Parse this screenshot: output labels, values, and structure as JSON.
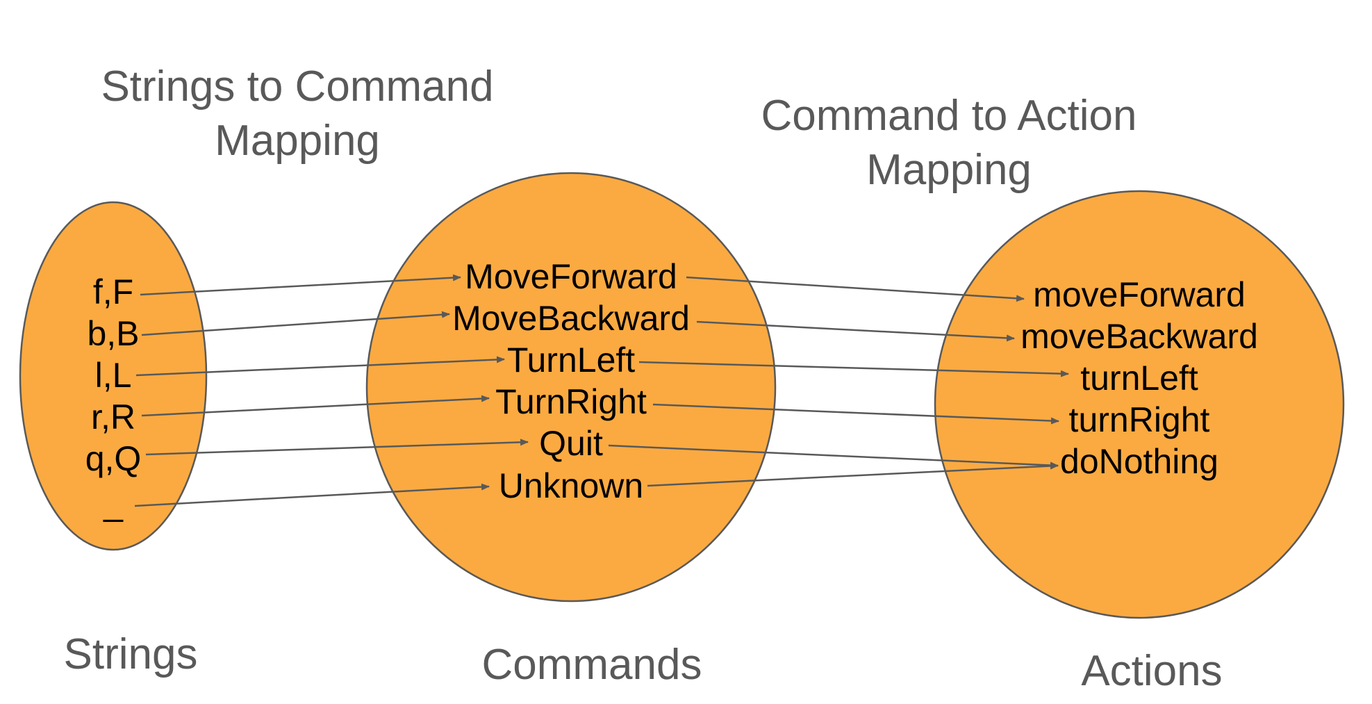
{
  "titles": {
    "strings_to_command": [
      "Strings to Command",
      "Mapping"
    ],
    "command_to_action": [
      "Command to Action",
      "Mapping"
    ]
  },
  "sets": {
    "strings": {
      "label": "Strings",
      "items": [
        "f,F",
        "b,B",
        "l,L",
        "r,R",
        "q,Q",
        "_"
      ]
    },
    "commands": {
      "label": "Commands",
      "items": [
        "MoveForward",
        "MoveBackward",
        "TurnLeft",
        "TurnRight",
        "Quit",
        "Unknown"
      ]
    },
    "actions": {
      "label": "Actions",
      "items": [
        "moveForward",
        "moveBackward",
        "turnLeft",
        "turnRight",
        "doNothing"
      ]
    }
  },
  "mappings": {
    "string_to_command": [
      [
        "f,F",
        "MoveForward"
      ],
      [
        "b,B",
        "MoveBackward"
      ],
      [
        "l,L",
        "TurnLeft"
      ],
      [
        "r,R",
        "TurnRight"
      ],
      [
        "q,Q",
        "Quit"
      ],
      [
        "_",
        "Unknown"
      ]
    ],
    "command_to_action": [
      [
        "MoveForward",
        "moveForward"
      ],
      [
        "MoveBackward",
        "moveBackward"
      ],
      [
        "TurnLeft",
        "turnLeft"
      ],
      [
        "TurnRight",
        "turnRight"
      ],
      [
        "Quit",
        "doNothing"
      ],
      [
        "Unknown",
        "doNothing"
      ]
    ]
  },
  "colors": {
    "set_fill": "#FBAA41",
    "outline": "#595959",
    "heading_text": "#595959",
    "item_text": "#000000"
  }
}
